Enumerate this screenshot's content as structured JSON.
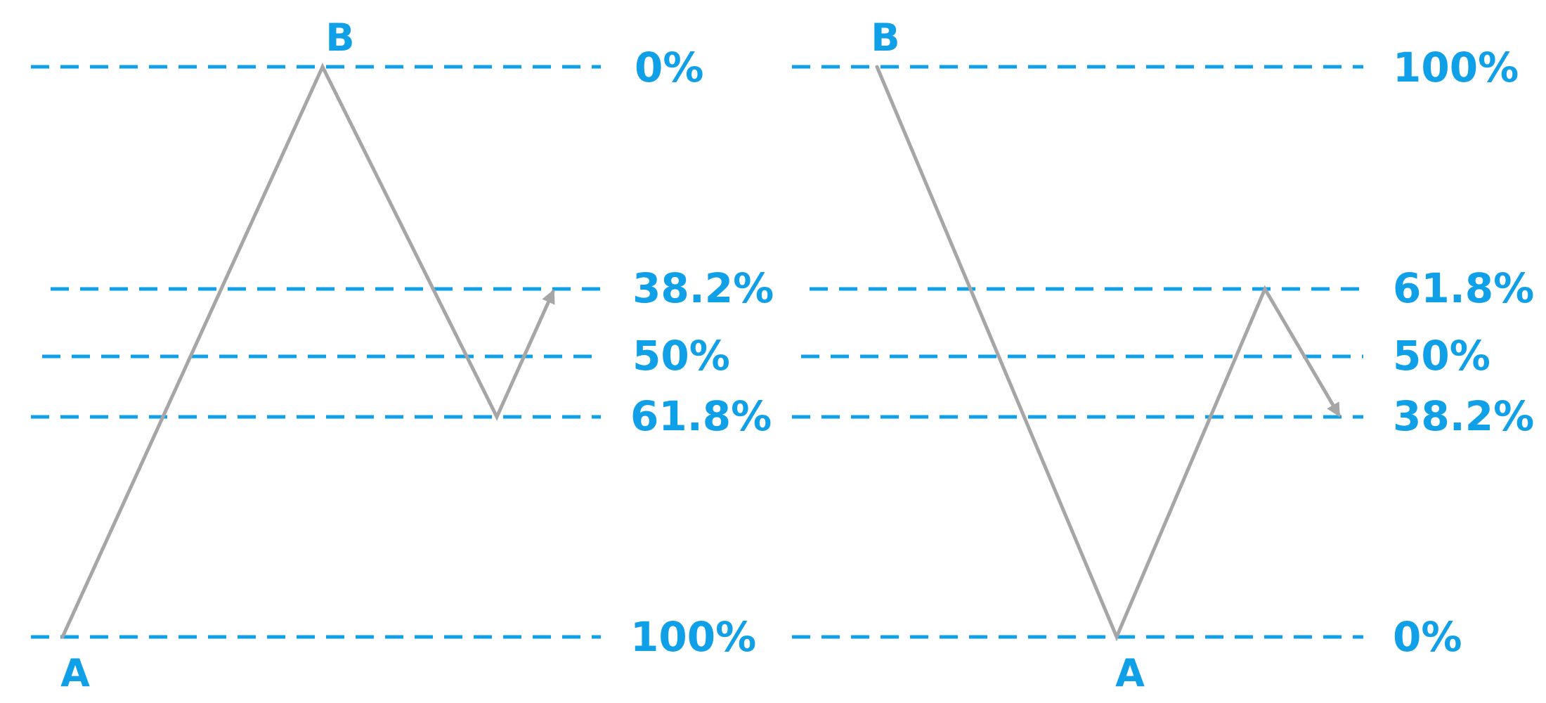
{
  "colors": {
    "level": "#10a0e8",
    "path": "#a6a6a6",
    "background": "#ffffff"
  },
  "diagrams": [
    {
      "levels": [
        "0%",
        "38.2%",
        "50%",
        "61.8%",
        "100%"
      ],
      "point_labels": {
        "a": "A",
        "b": "B"
      }
    },
    {
      "levels": [
        "100%",
        "61.8%",
        "50%",
        "38.2%",
        "0%"
      ],
      "point_labels": {
        "a": "A",
        "b": "B"
      }
    }
  ]
}
